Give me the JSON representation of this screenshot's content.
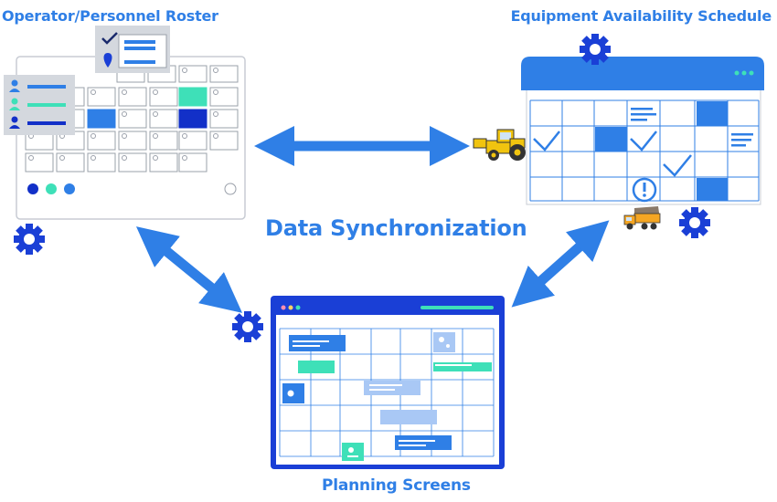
{
  "titles": {
    "roster": "Operator/Personnel Roster",
    "equipment": "Equipment Availability Schedule",
    "sync": "Data Synchronization",
    "planning": "Planning Screens"
  },
  "colors": {
    "accent": "#2f7fe6",
    "dark_blue": "#1230c8",
    "teal": "#3ee0b8",
    "light_blue": "#a9c8f5",
    "gear": "#1a3fd6"
  },
  "icons": [
    "gear-icon",
    "checkmark-icon",
    "location-pin-icon",
    "person-icon",
    "bulldozer-icon",
    "dump-truck-icon",
    "alert-icon",
    "image-icon",
    "sync-arrow-icon"
  ]
}
